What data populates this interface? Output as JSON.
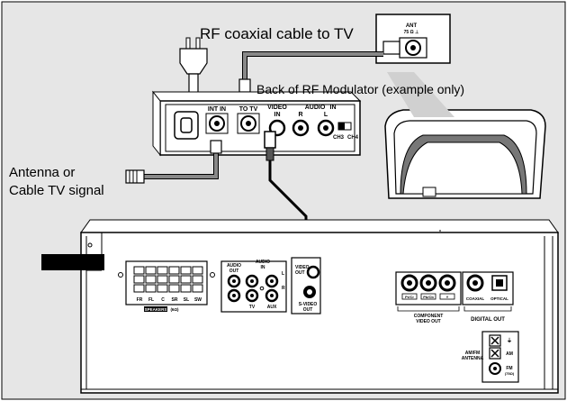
{
  "labels": {
    "rf_cable": "RF coaxial cable to TV",
    "modulator": "Back of RF Modulator (example only)",
    "antenna_line1": "Antenna or",
    "antenna_line2": "Cable TV signal"
  },
  "modulator_panel": {
    "int_in": "INT IN",
    "to_tv": "TO TV",
    "video": "VIDEO",
    "in": "IN",
    "audio": "AUDIO",
    "audio_in": "IN",
    "r": "R",
    "l": "L",
    "ch3": "CH3",
    "ch4": "CH4"
  },
  "tv": {
    "ant": "ANT",
    "ant_sub": "75 Ω ⊥"
  },
  "receiver": {
    "speakers": [
      "FR",
      "FL",
      "C",
      "SR",
      "SL",
      "SW"
    ],
    "speakers_tag": "SPEAKERS",
    "speakers_ohm": "(6Ω)",
    "audio_out": "AUDIO\nOUT",
    "audio_in": "AUDIO\nIN",
    "tv": "TV",
    "aux": "AUX",
    "video_out": "VIDEO\nOUT",
    "svideo_out": "S-VIDEO\nOUT",
    "pr_cr": "Pr/Cr",
    "pb_cb": "Pb/Cb",
    "y": "Y",
    "component": "COMPONENT\nVIDEO OUT",
    "coaxial": "COAXIAL",
    "optical": "OPTICAL",
    "digital_out": "DIGITAL OUT",
    "am_fm": "AM/FM\nANTENNA",
    "am": "AM",
    "fm": "FM",
    "fm_ohm": "(75Ω)"
  },
  "colors": {
    "background": "#e6e6e6",
    "line": "#000000",
    "cable": "#777777",
    "panel": "#ffffff",
    "redact": "#000000"
  }
}
